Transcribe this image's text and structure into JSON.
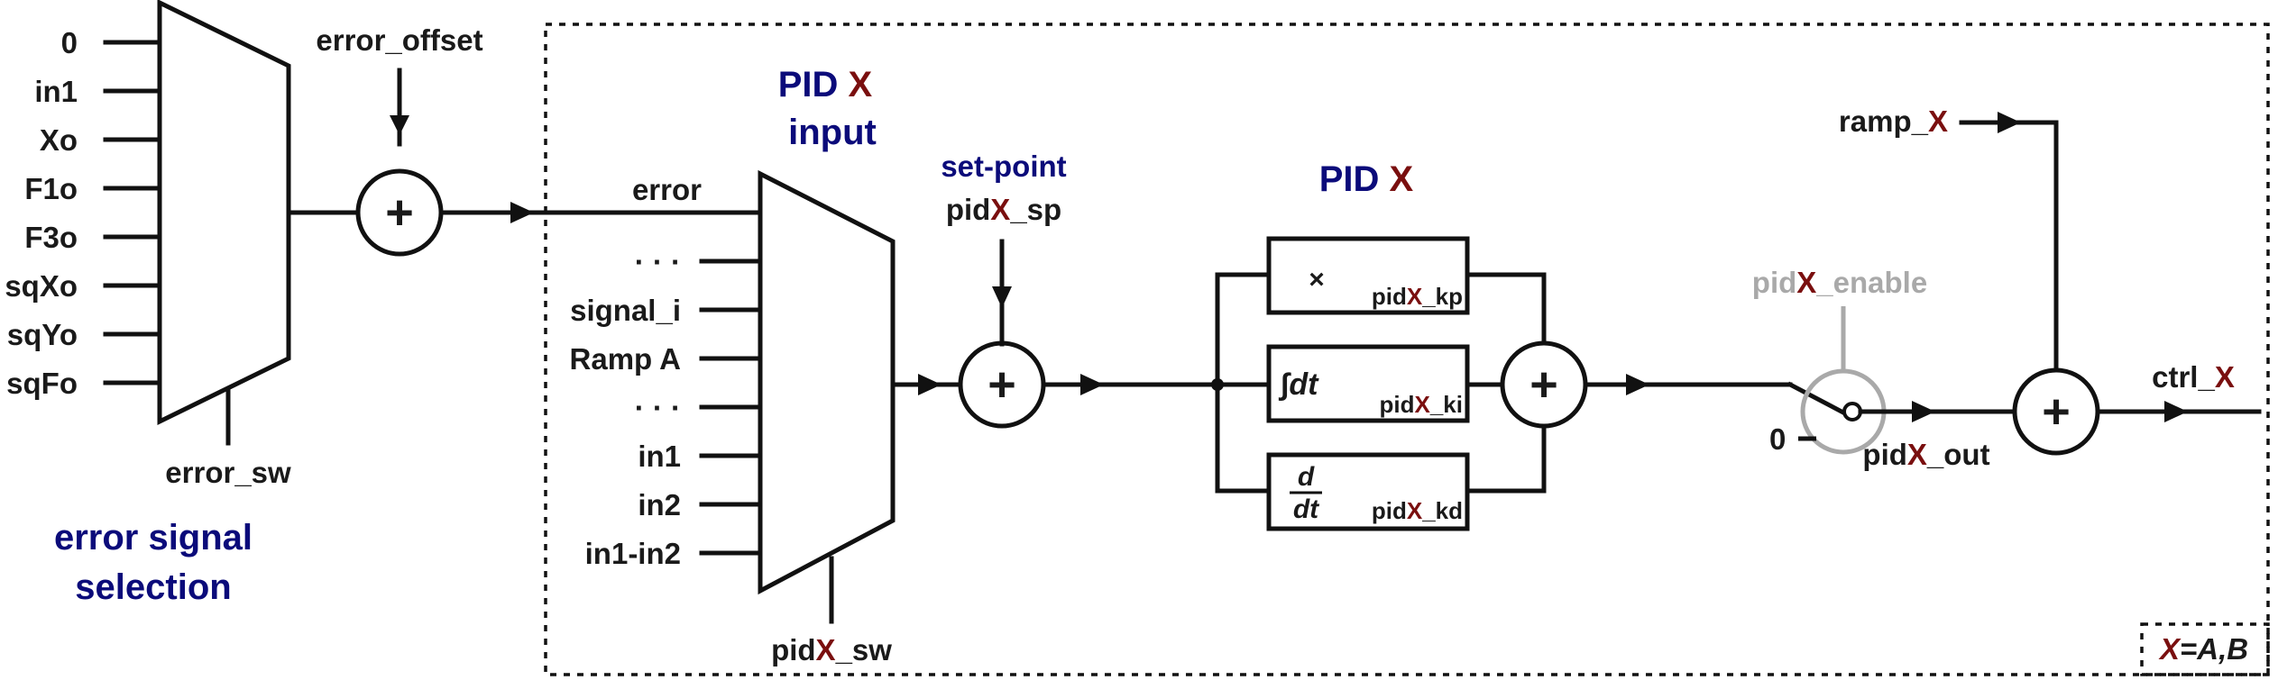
{
  "colors": {
    "title_blue": "#0b0b7a",
    "x_red": "#7a0f0f",
    "disabled_gray": "#a9a9a9",
    "line": "#111111"
  },
  "error_mux": {
    "inputs": [
      "0",
      "in1",
      "Xo",
      "F1o",
      "F3o",
      "sqXo",
      "sqYo",
      "sqFo"
    ],
    "select_label": "error_sw",
    "caption_line1": "error signal",
    "caption_line2": "selection"
  },
  "error_offset": {
    "label": "error_offset"
  },
  "pid_input_mux": {
    "title_pid": "PID ",
    "title_x": "X",
    "title_line2": "input",
    "top_input": "error",
    "inputs": [
      "· · ·",
      "signal_i",
      "Ramp A",
      "· · ·",
      "in1",
      "in2",
      "in1-in2"
    ],
    "select_pre": "pid",
    "select_x": "X",
    "select_post": "_sw"
  },
  "setpoint": {
    "title": "set-point",
    "pre": "pid",
    "x": "X",
    "post": "_sp"
  },
  "pid_block": {
    "title_pid": "PID ",
    "title_x": "X",
    "p_symbol": "×",
    "i_symbol": "∫dt",
    "d_num": "d",
    "d_den": "dt",
    "kp": {
      "pre": "pid",
      "x": "X",
      "post": "_kp"
    },
    "ki": {
      "pre": "pid",
      "x": "X",
      "post": "_ki"
    },
    "kd": {
      "pre": "pid",
      "x": "X",
      "post": "_kd"
    }
  },
  "enable_switch": {
    "pre": "pid",
    "x": "X",
    "post": "_enable",
    "zero_label": "0"
  },
  "pid_out": {
    "pre": "pid",
    "x": "X",
    "post": "_out"
  },
  "ramp": {
    "pre": "ramp_",
    "x": "X"
  },
  "ctrl": {
    "pre": "ctrl_",
    "x": "X"
  },
  "sum_symbol": "+",
  "legend": {
    "x": "X",
    "rest": "=A,B"
  }
}
